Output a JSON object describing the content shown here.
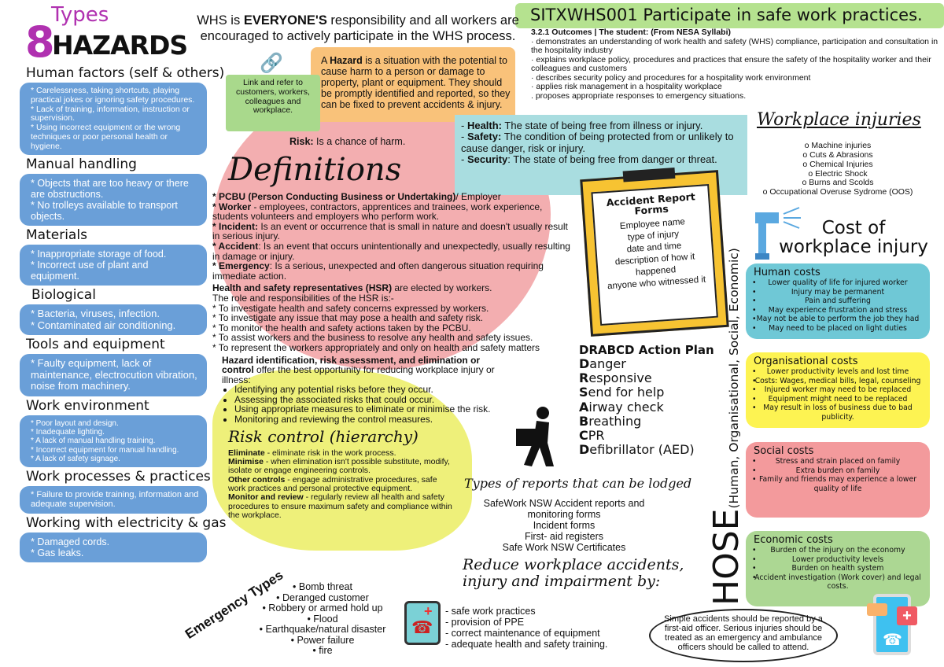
{
  "logo": {
    "types": "Types",
    "eight": "8",
    "hazards": "HAZARDS"
  },
  "intro": {
    "pre": "WHS is ",
    "bold": "EVERYONE'S",
    "post": " responsibility and all workers are encouraged to actively participate in the WHS process."
  },
  "unit": {
    "title": "SITXWHS001 Participate in safe work practices.",
    "outcomes_heading": "3.2.1 Outcomes | The student: (From NESA Syllabi)",
    "outcomes": [
      "· demonstrates an understanding of work health and safety (WHS) compliance, participation and consultation in the hospitality industry",
      "· explains workplace policy, procedures and practices that ensure the safety of the hospitality worker and their colleagues and customers",
      "· describes security policy and procedures for a hospitality work environment",
      "· applies risk management in a hospitality workplace",
      ". proposes appropriate responses to emergency situations."
    ]
  },
  "hazards": [
    {
      "title": "Human factors (self & others)",
      "items": [
        "* Carelessness, taking shortcuts, playing practical jokes or ignoring safety procedures.",
        "* Lack of training, information, instruction or supervision.",
        "* Using incorrect equipment or the wrong techniques or poor personal health or hygiene."
      ]
    },
    {
      "title": "Manual handling",
      "items": [
        "* Objects that are too heavy or there are obstructions.",
        "* No trolleys available to transport objects."
      ]
    },
    {
      "title": "Materials",
      "items": [
        "* Inappropriate storage of food.",
        "* Incorrect use of plant and equipment."
      ]
    },
    {
      "title": "Biological",
      "items": [
        "* Bacteria, viruses, infection.",
        "* Contaminated air conditioning."
      ]
    },
    {
      "title": "Tools and equipment",
      "items": [
        "* Faulty equipment, lack of maintenance, electrocution vibration, noise from machinery."
      ]
    },
    {
      "title": "Work environment",
      "items": [
        "* Poor layout and design.",
        "* Inadequate lighting.",
        "* A lack of manual handling training.",
        "* Incorrect equipment for manual handling.",
        "* A lack of safety signage."
      ]
    },
    {
      "title": "Work processes & practices",
      "items": [
        "* Failure to provide training, information and adequate supervision."
      ]
    },
    {
      "title": "Working with electricity & gas",
      "items": [
        "* Damaged cords.",
        "* Gas leaks."
      ]
    }
  ],
  "link_note": "Link and refer to customers, workers, colleagues and workplace.",
  "hazard_def": {
    "pre": "A ",
    "bold": "Hazard",
    "post": " is a situation with the potential to cause harm to a person or damage to property, plant or equipment. They should be promptly identified and reported, so they can be fixed to prevent accidents & injury."
  },
  "risk_def": {
    "bold": "Risk:",
    "post": " Is a chance of harm."
  },
  "hss": [
    {
      "bold": "Health:",
      "text": " The state of being free from illness or injury."
    },
    {
      "bold": "Safety:",
      "text": " The condition of being protected from or unlikely to cause danger, risk or injury."
    },
    {
      "bold": "Security",
      "text": ": The state of being free from danger or threat."
    }
  ],
  "definitions": {
    "title": "Definitions",
    "items": [
      {
        "bold": "* PCBU (Person Conducting Business or Undertaking)",
        "text": "/ Employer"
      },
      {
        "bold": "* Worker",
        "text": " - employees, contractors, apprentices and trainees, work experience, students volunteers and employers who perform work."
      },
      {
        "bold": "* Incident:",
        "text": " Is an event or occurrence that is small in nature and doesn't usually result in serious injury."
      },
      {
        "bold": "* Accident",
        "text": ": Is an event that occurs unintentionally and unexpectedly, usually resulting in damage or injury."
      },
      {
        "bold": "* Emergency",
        "text": ": Is a serious, unexpected and often dangerous situation requiring immediate action."
      }
    ]
  },
  "hsr": {
    "bold": "Health and safety representatives (HSR)",
    "text": " are elected by workers.",
    "intro": "The role and responsibilities of the HSR is:-",
    "items": [
      "* To investigate health and safety concerns expressed by workers.",
      "* To investigate any issue that may pose a health and safety risk.",
      "* To monitor the health and safety actions taken by the PCBU.",
      "* To assist workers and the business to resolve any health and safety issues.",
      "* To represent the workers appropriately and only on health and safety matters"
    ]
  },
  "hazard_id": {
    "bold": "Hazard identification, risk assessment, and elimination or control",
    "text": " offer the best opportunity for reducing workplace injury or illness:",
    "items": [
      "Identifying any potential risks before they occur.",
      "Assessing the associated risks that could occur.",
      "Using appropriate measures to eliminate or minimise the risk.",
      "Monitoring and reviewing the control measures."
    ]
  },
  "risk_control": {
    "title": "Risk control (hierarchy)",
    "items": [
      {
        "bold": "Eliminate",
        "text": " - eliminate risk in the work process."
      },
      {
        "bold": "Minimise",
        "text": " - when elimination isn't possible substitute, modify, isolate or engage engineering controls."
      },
      {
        "bold": "Other controls",
        "text": " - engage administrative procedures, safe work practices and personal protective equipment."
      },
      {
        "bold": "Monitor and review",
        "text": " - regularly review all health and safety procedures to ensure maximum safety and compliance within the workplace."
      }
    ]
  },
  "workplace_injuries": {
    "title": "Workplace injuries",
    "items": [
      "o Machine injuries",
      "o Cuts & Abrasions",
      "o Chemical Injuries",
      "o Electric Shock",
      "o Burns and Scolds",
      "o Occupational Overuse Sydrome (OOS)"
    ]
  },
  "accident_form": {
    "title": "Accident Report Forms",
    "items": [
      "Employee name",
      "type of injury",
      "date and time",
      "description of how it happened",
      "anyone who witnessed it"
    ]
  },
  "hose": {
    "big": "HOSE",
    "sub": "(Human, Organisational, Social, Economic)"
  },
  "cost_title": "Cost of workplace injury",
  "costs": [
    {
      "title": "Human costs",
      "color": "#6fc8d6",
      "items": [
        "Lower quality of life for injured worker",
        "Injury may be permanent",
        "Pain and suffering",
        "May experience frustration and stress",
        "May not be able to perform the job they had",
        "May need to be placed on light duties"
      ]
    },
    {
      "title": "Organisational costs",
      "color": "#fdf352",
      "items": [
        "Lower productivity levels and lost time",
        "Costs: Wages, medical bills, legal, counseling",
        "Injured worker may need to be replaced",
        "Equipment might need to be replaced",
        "May result in loss of business due to bad publicity."
      ]
    },
    {
      "title": "Social costs",
      "color": "#f39a9c",
      "items": [
        "Stress and strain placed on family",
        "Extra burden on family",
        "Family and friends may experience a lower quality of life"
      ]
    },
    {
      "title": "Economic costs",
      "color": "#acd793",
      "items": [
        "Burden of the injury on the economy",
        "Lower productivity levels",
        "Burden on health system",
        "Accident investigation (Work cover) and legal costs."
      ]
    }
  ],
  "drabcd": {
    "title": "DRABCD Action Plan",
    "items": [
      {
        "l": "D",
        "r": "anger"
      },
      {
        "l": "R",
        "r": "esponsive"
      },
      {
        "l": "S",
        "r": "end for help"
      },
      {
        "l": "A",
        "r": "irway check"
      },
      {
        "l": "B",
        "r": "reathing"
      },
      {
        "l": "C",
        "r": "PR"
      },
      {
        "l": "D",
        "r": "efibrillator (AED)"
      }
    ]
  },
  "reports": {
    "title": "Types of reports that can be lodged",
    "items": [
      "SafeWork NSW Accident reports and monitoring forms",
      "Incident forms",
      "First- aid registers",
      "Safe Work NSW Certificates"
    ]
  },
  "reduce": {
    "title": "Reduce workplace accidents, injury and impairment by:",
    "items": [
      "- safe work practices",
      "- provision of PPE",
      "- correct maintenance of equipment",
      "- adequate health and safety training."
    ]
  },
  "emergency": {
    "title": "Emergency Types",
    "items": [
      "• Bomb threat",
      "• Deranged customer",
      "• Robbery or armed hold up",
      "• Flood",
      "• Earthquake/natural disaster",
      "• Power failure",
      "• fire"
    ]
  },
  "bubble": "Simple accidents should be reported by a first-aid officer. Serious injuries should be treated as an emergency and ambulance officers should be called to attend.",
  "colors": {
    "hazard_box": "#6a9fd8",
    "pink_splash": "#f3aeb0",
    "yellow_splash": "#eef07a",
    "orange": "#f9c27a",
    "green": "#a9d98c",
    "teal_box": "#a9dde0",
    "clipboard": "#f7c332",
    "logo_purple": "#b031b0"
  }
}
